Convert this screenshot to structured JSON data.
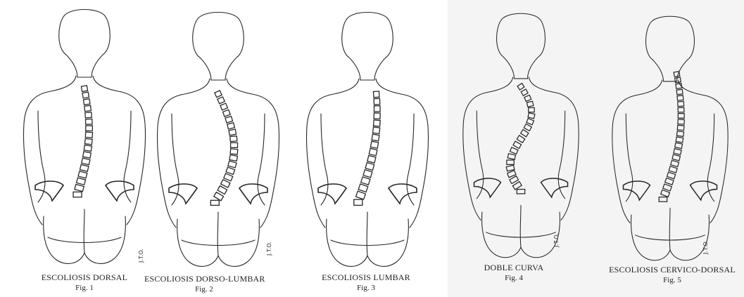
{
  "figures": [
    {
      "title": "ESCOLIOSIS DORSAL",
      "fig": "Fig. 1",
      "signature": "J.T.O."
    },
    {
      "title": "ESCOLIOSIS DORSO-LUMBAR",
      "fig": "Fig. 2",
      "signature": "J.T.O."
    },
    {
      "title": "ESCOLIOSIS LUMBAR",
      "fig": "Fig. 3",
      "signature": ""
    },
    {
      "title": "DOBLE CURVA",
      "fig": "Fig. 4",
      "signature": "J.T.O."
    },
    {
      "title": "ESCOLIOSIS CERVICO-DORSAL",
      "fig": "Fig. 5",
      "signature": "J.T.O."
    }
  ],
  "colors": {
    "ink": "#262626",
    "paper_left": "#ffffff",
    "paper_right": "#f4f4f4"
  }
}
